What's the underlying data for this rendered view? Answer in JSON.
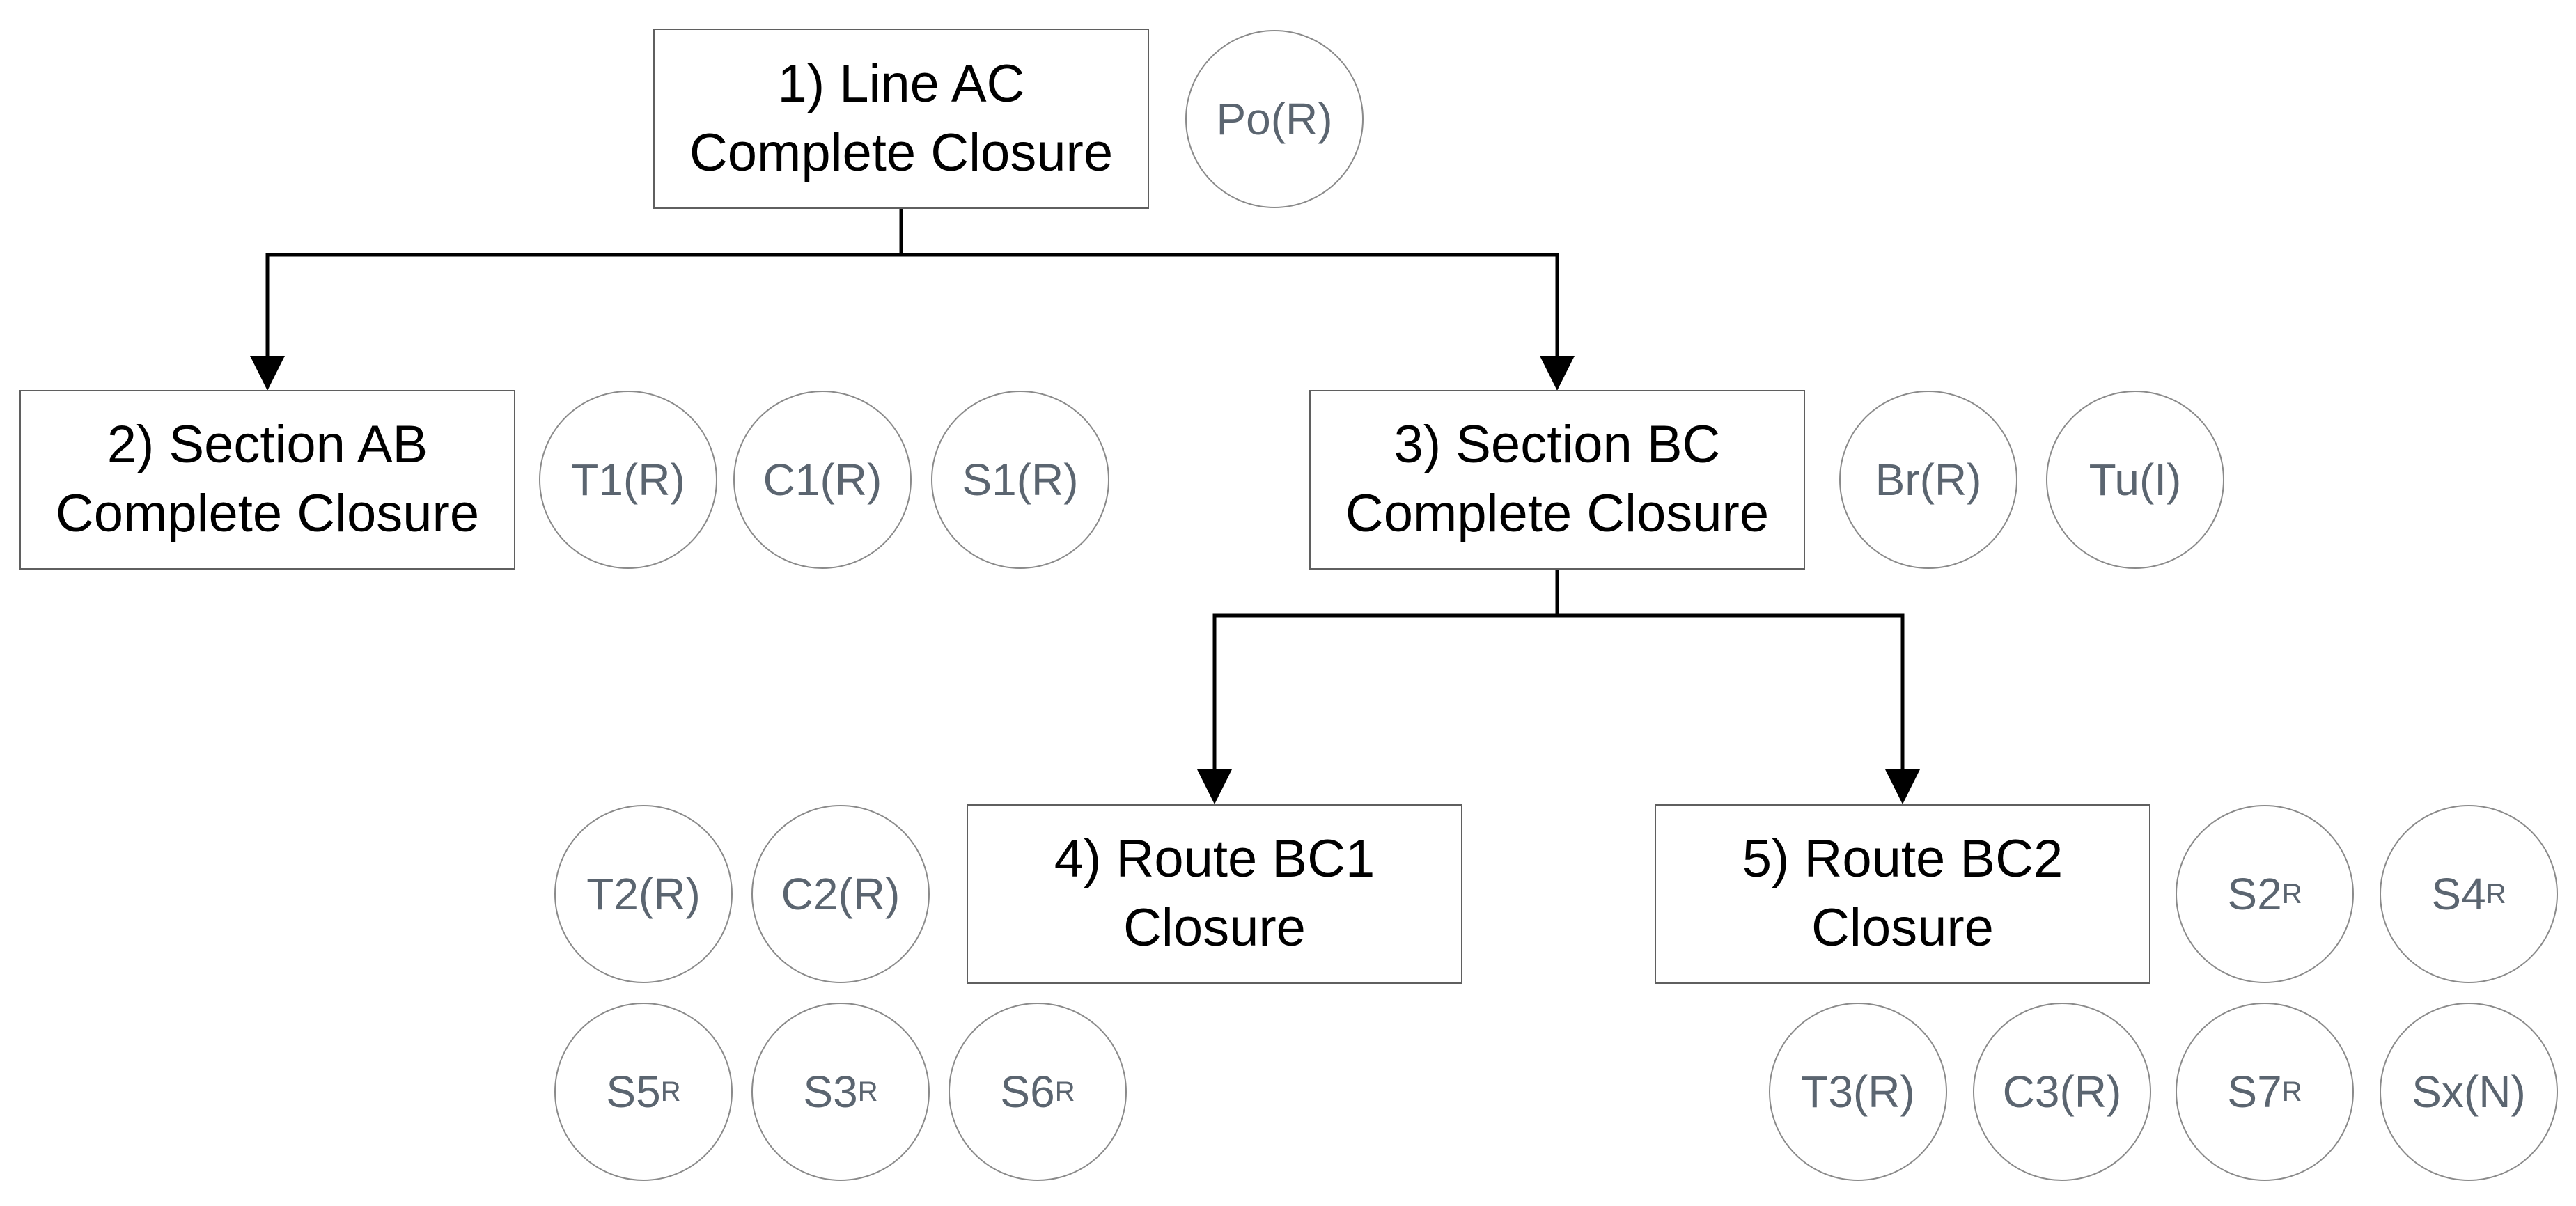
{
  "boxes": [
    {
      "id": "line-ac",
      "lines": [
        "1) Line AC",
        "Complete Closure"
      ]
    },
    {
      "id": "section-ab",
      "lines": [
        "2) Section AB",
        "Complete Closure"
      ]
    },
    {
      "id": "section-bc",
      "lines": [
        "3) Section BC",
        "Complete Closure"
      ]
    },
    {
      "id": "route-bc1",
      "lines": [
        "4) Route BC1",
        "Closure"
      ]
    },
    {
      "id": "route-bc2",
      "lines": [
        "5) Route BC2",
        "Closure"
      ]
    }
  ],
  "circles": [
    {
      "id": "po",
      "main": "Po(R)",
      "sub": ""
    },
    {
      "id": "t1",
      "main": "T1(R)",
      "sub": ""
    },
    {
      "id": "c1",
      "main": "C1(R)",
      "sub": ""
    },
    {
      "id": "s1",
      "main": "S1(R)",
      "sub": ""
    },
    {
      "id": "br",
      "main": "Br(R)",
      "sub": ""
    },
    {
      "id": "tu",
      "main": "Tu(I)",
      "sub": ""
    },
    {
      "id": "t2",
      "main": "T2(R)",
      "sub": ""
    },
    {
      "id": "c2",
      "main": "C2(R)",
      "sub": ""
    },
    {
      "id": "s5",
      "main": "S5",
      "sub": "R"
    },
    {
      "id": "s3",
      "main": "S3",
      "sub": "R"
    },
    {
      "id": "s6",
      "main": "S6",
      "sub": "R"
    },
    {
      "id": "s2",
      "main": "S2",
      "sub": "R"
    },
    {
      "id": "s4",
      "main": "S4",
      "sub": "R"
    },
    {
      "id": "t3",
      "main": "T3(R)",
      "sub": ""
    },
    {
      "id": "c3",
      "main": "C3(R)",
      "sub": ""
    },
    {
      "id": "s7",
      "main": "S7",
      "sub": "R"
    },
    {
      "id": "sx",
      "main": "Sx(N)",
      "sub": ""
    }
  ],
  "edges": [
    {
      "from": "line-ac",
      "to": "section-ab"
    },
    {
      "from": "line-ac",
      "to": "section-bc"
    },
    {
      "from": "section-bc",
      "to": "route-bc1"
    },
    {
      "from": "section-bc",
      "to": "route-bc2"
    }
  ],
  "colors": {
    "box_border": "#5f5f5f",
    "circle_border": "#8a8a8a",
    "circle_text": "#5b6570",
    "connector": "#000000"
  }
}
